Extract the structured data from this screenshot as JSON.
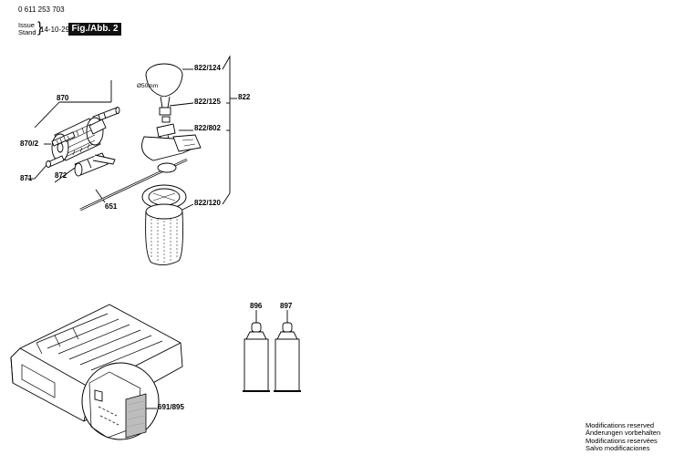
{
  "header": {
    "part_number": "0 611 253 703",
    "issue_label": "Issue",
    "stand_label": "Stand",
    "date": "14-10-29",
    "figure": "Fig./Abb. 2"
  },
  "callouts": {
    "p870": "870",
    "p870_2": "870/2",
    "p871": "871",
    "p872": "872",
    "p651": "651",
    "p822_124": "822/124",
    "p822_125": "822/125",
    "p822_802": "822/802",
    "p822_120": "822/120",
    "p822": "822",
    "p896": "896",
    "p897": "897",
    "p691_895": "691/895"
  },
  "dimension": "Ø50mm",
  "notes": [
    "Modifications reserved",
    "Änderungen vorbehalten",
    "Modifications reservées",
    "Salvo modificaciones"
  ]
}
